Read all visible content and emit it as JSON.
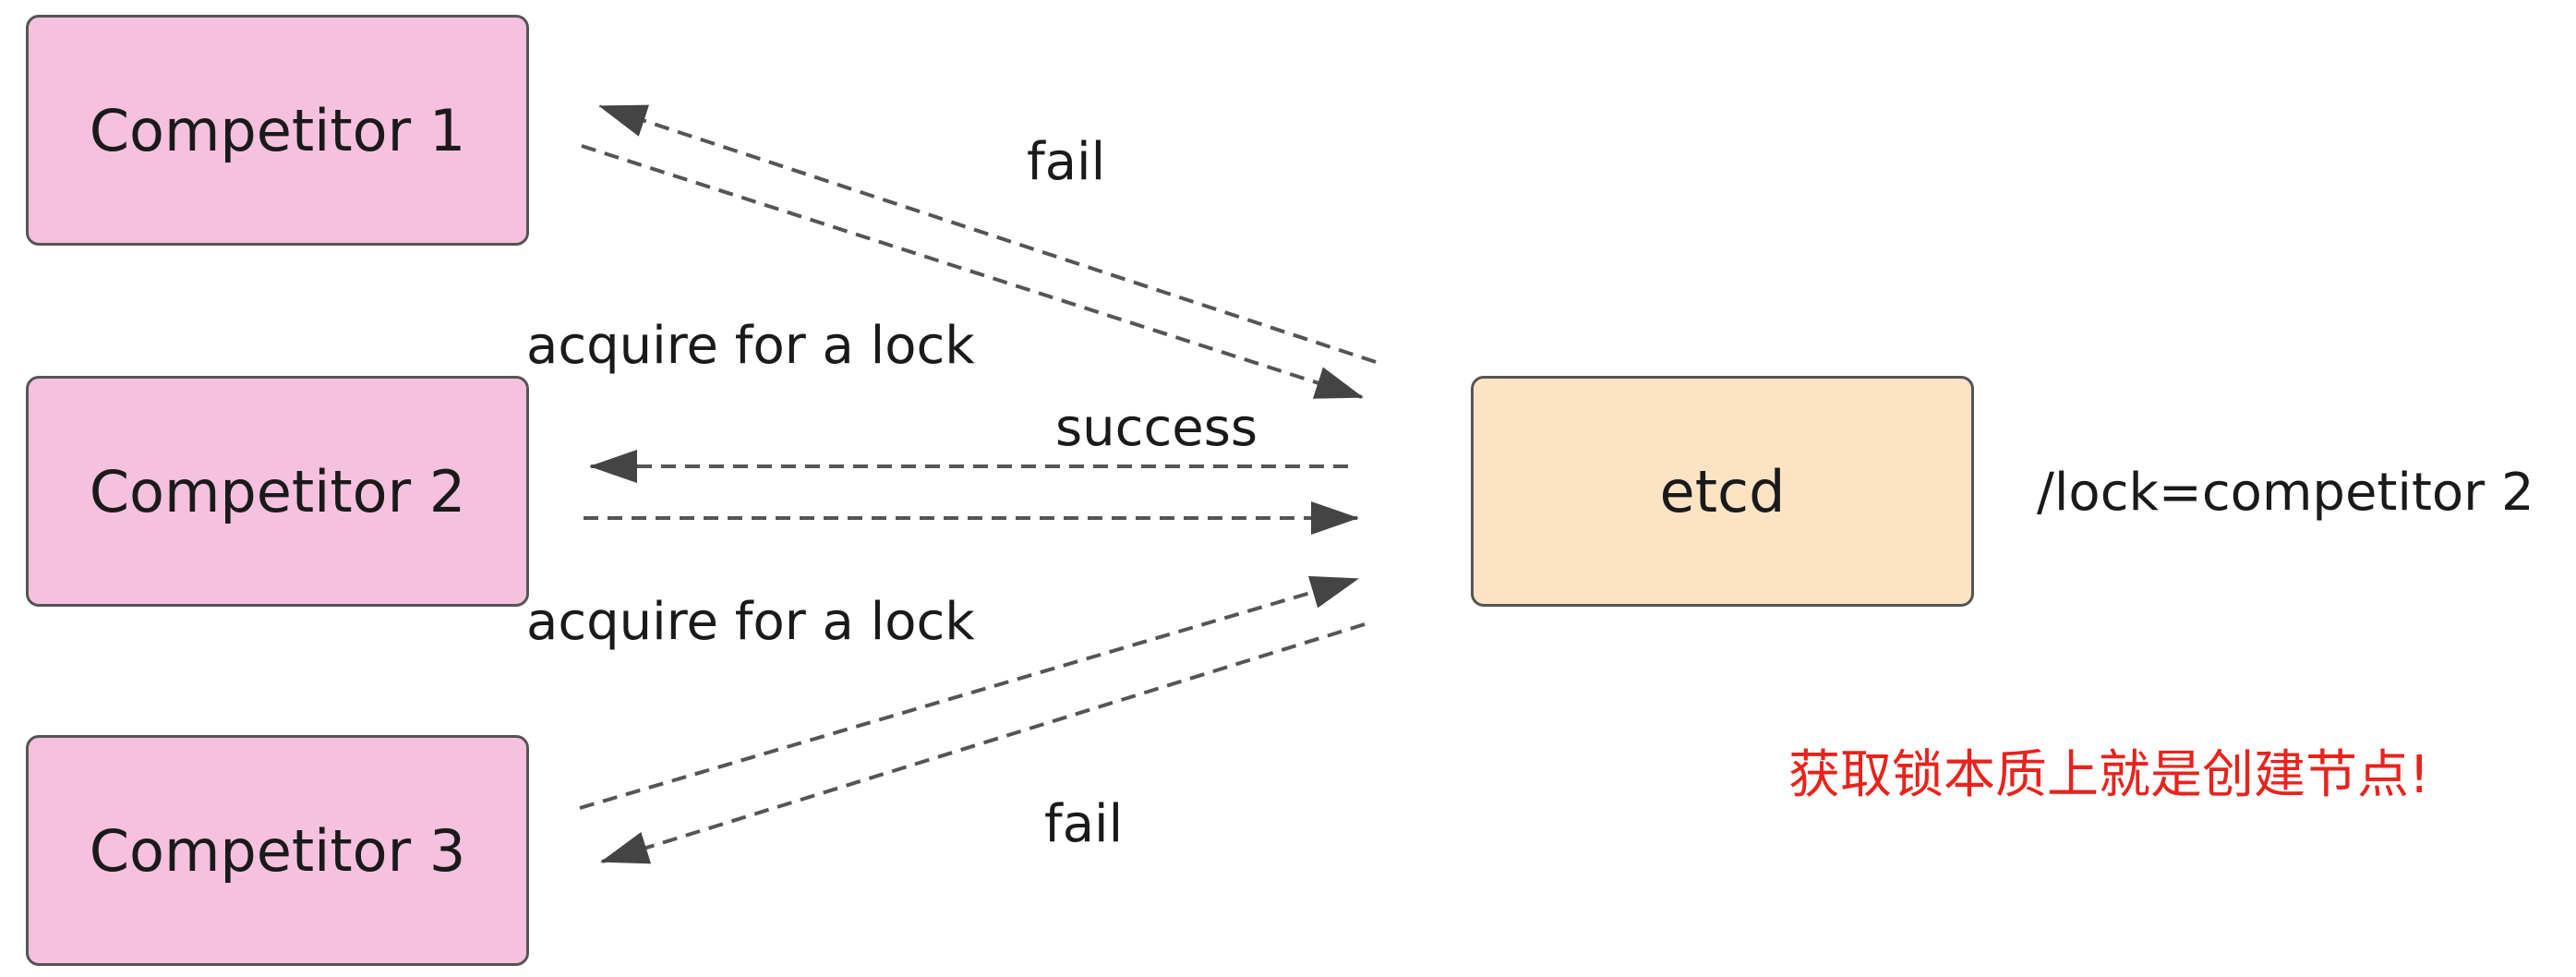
{
  "nodes": {
    "competitor_1": "Competitor 1",
    "competitor_2": "Competitor 2",
    "competitor_3": "Competitor 3",
    "etcd": "etcd"
  },
  "edges": {
    "fail_top": "fail",
    "acquire_top": "acquire for a lock",
    "success": "success",
    "acquire_bottom": "acquire for a lock",
    "fail_bottom": "fail"
  },
  "key_value": "/lock=competitor 2",
  "note": "获取锁本质上就是创建节点!",
  "colors": {
    "competitor_fill": "#f5c1df",
    "etcd_fill": "#fbe3c4",
    "arrow": "#555555",
    "note": "#e8231c"
  }
}
